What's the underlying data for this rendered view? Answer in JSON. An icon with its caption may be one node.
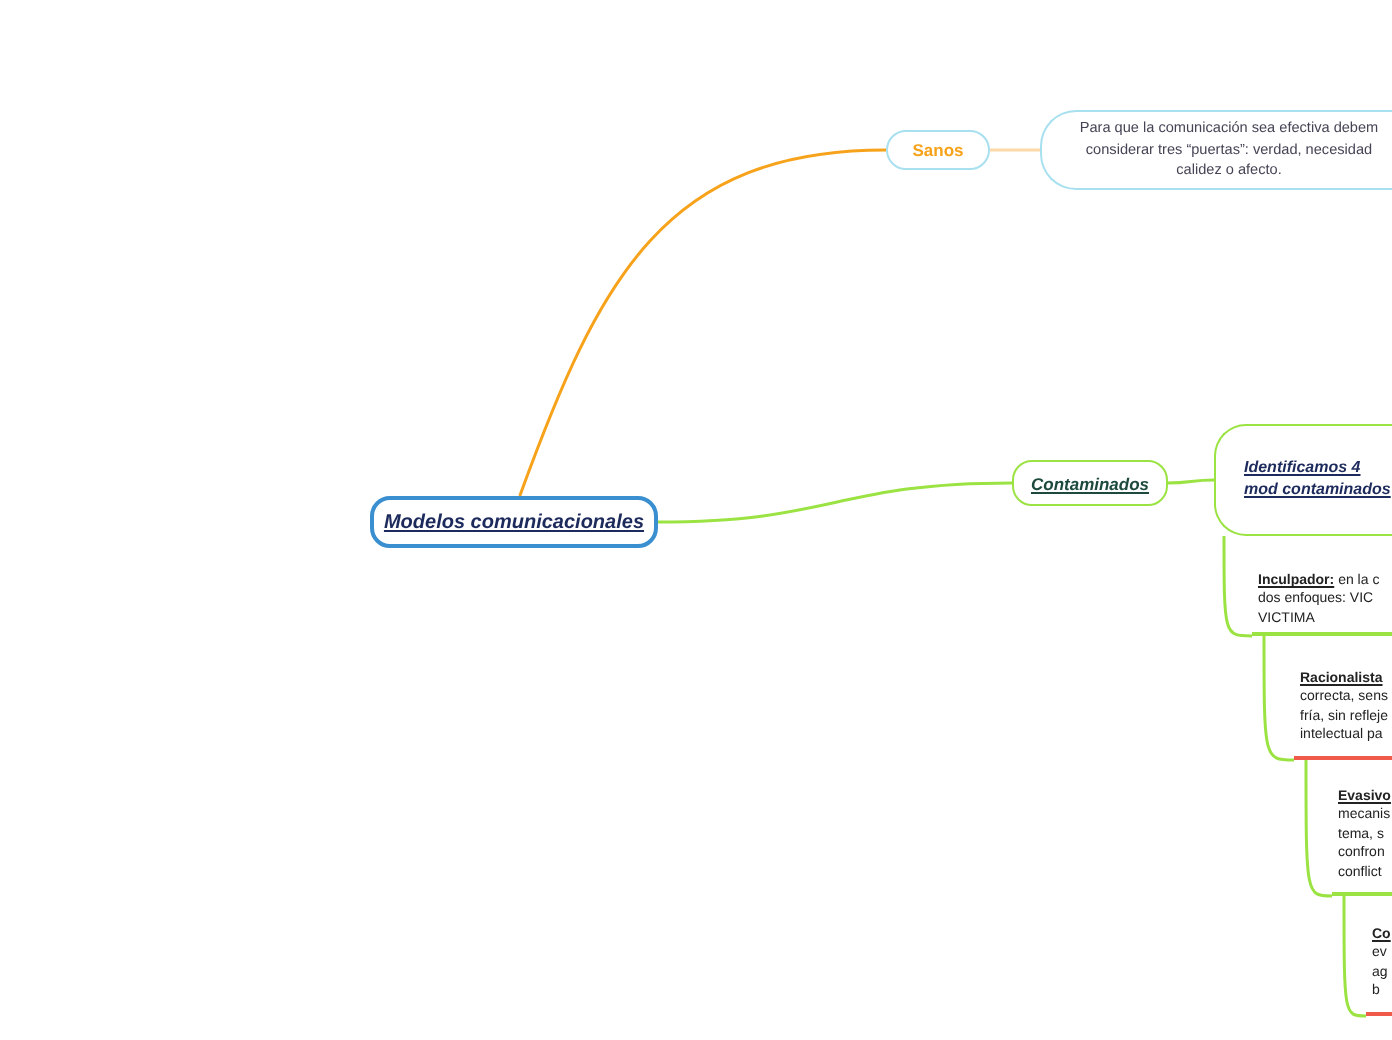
{
  "diagram": {
    "nodes": [
      {
        "text": [
          "Modelos comunicacionales"
        ]
      },
      {
        "text": [
          "Sanos"
        ]
      },
      {
        "text": [
          "Para que la comunicación sea efectiva debem considerar tres “puertas”: verdad, necesidad calidez o afecto."
        ]
      },
      {
        "text": [
          "Contaminados"
        ]
      },
      {
        "text": [
          "Identificamos 4 mod contaminados"
        ]
      },
      {
        "text": [
          "**Inculpador:** en la c dos enfoques: VIC VICTIMA"
        ]
      },
      {
        "text": [
          "**Racionalista** correcta, sens fría, sin refleje intelectual pa"
        ]
      },
      {
        "text": [
          "**Evasivo** mecanis tema, s confron conflict"
        ]
      },
      {
        "text": [
          "**Co** ev ag b"
        ]
      }
    ],
    "edges": [
      {
        "from": 0,
        "to": 1,
        "arrow": "none",
        "color": "#f7a21b"
      },
      {
        "from": 1,
        "to": 2,
        "arrow": "none",
        "color": "#fcd9a8"
      },
      {
        "from": 0,
        "to": 3,
        "arrow": "none"
      },
      {
        "from": 3,
        "to": 4,
        "arrow": "none"
      },
      {
        "from": 4,
        "to": 5,
        "arrow": "none"
      },
      {
        "from": 5,
        "to": 6,
        "arrow": "none"
      },
      {
        "from": 6,
        "to": 7,
        "arrow": "none"
      },
      {
        "from": 7,
        "to": 8,
        "arrow": "none"
      }
    ]
  }
}
